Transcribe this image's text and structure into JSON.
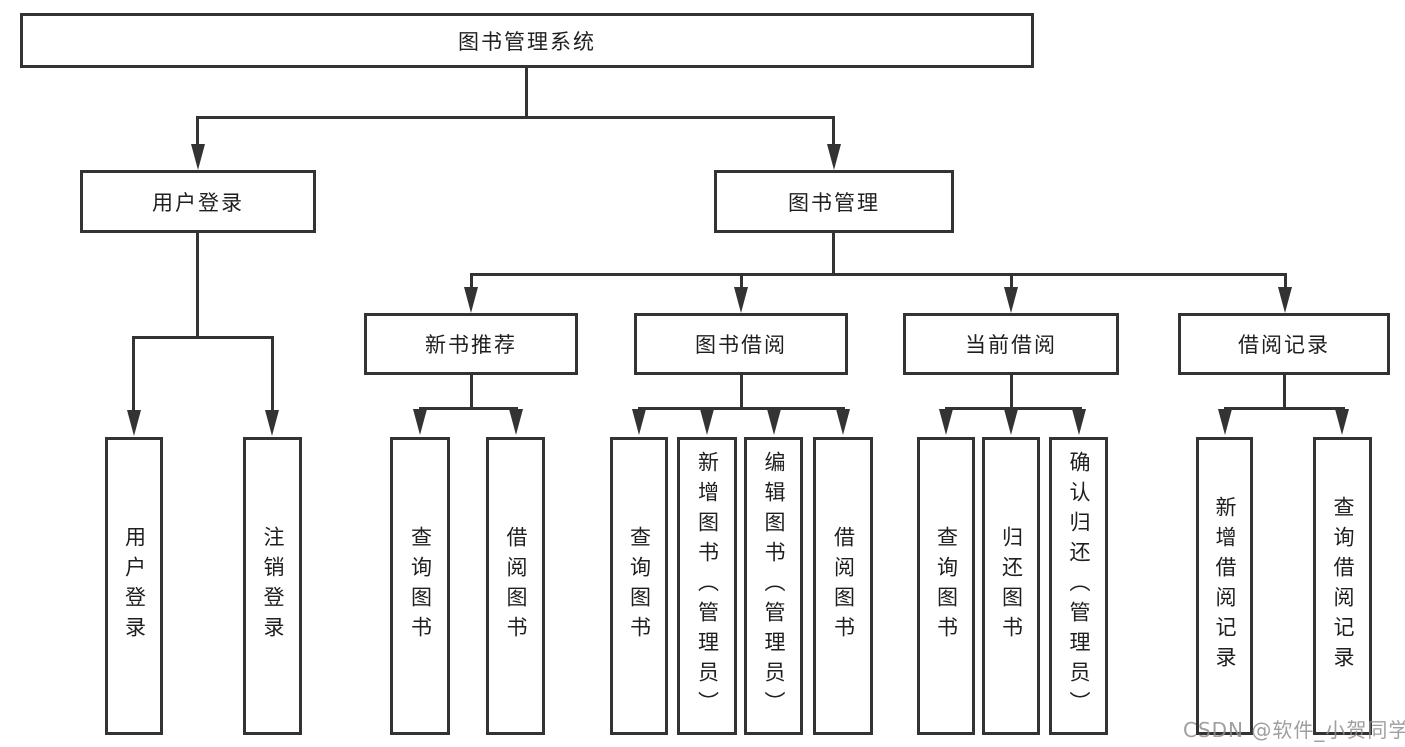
{
  "diagram": {
    "root_label": "图书管理系统",
    "branches": {
      "user_login": "用户登录",
      "book_mgmt": "图书管理"
    },
    "modules": {
      "new_book_rec": "新书推荐",
      "book_borrow": "图书借阅",
      "current_borrow": "当前借阅",
      "borrow_record": "借阅记录"
    },
    "leaves": {
      "login_1": "用户登录",
      "login_2": "注销登录",
      "rec_1": "查询图书",
      "rec_2": "借阅图书",
      "borrow_1": "查询图书",
      "borrow_2": "新增图书（管理员）",
      "borrow_3": "编辑图书（管理员）",
      "borrow_4": "借阅图书",
      "current_1": "查询图书",
      "current_2": "归还图书",
      "current_3": "确认归还（管理员）",
      "record_1": "新增借阅记录",
      "record_2": "查询借阅记录"
    },
    "watermark": "CSDN @软件_小贺同学",
    "colors": {
      "line": "#333333",
      "text": "#1f1f1f",
      "background": "#ffffff",
      "watermark": "#8f8f8f"
    }
  }
}
